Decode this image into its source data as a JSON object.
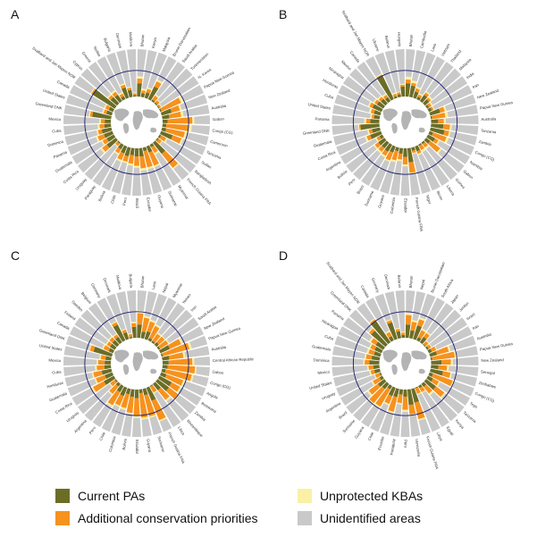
{
  "figure": {
    "panel_labels": [
      "A",
      "B",
      "C",
      "D"
    ]
  },
  "legend": {
    "items": [
      {
        "label": "Current PAs",
        "color": "#6b6d26"
      },
      {
        "label": "Additional conservation priorities",
        "color": "#f6921e"
      },
      {
        "label": "Unprotected KBAs",
        "color": "#faf0a6"
      },
      {
        "label": "Unidentified areas",
        "color": "#c9c9c9"
      }
    ]
  },
  "chart_data": {
    "type": "bar",
    "subtype": "polar-stacked-radial",
    "series_names": [
      "Current PAs",
      "Additional conservation priorities",
      "Unprotected KBAs",
      "Unidentified areas"
    ],
    "colors": {
      "current_pas": "#6b6d26",
      "additional": "#f6921e",
      "kba": "#faf0a6",
      "unidentified": "#c9c9c9",
      "reference_ring": "#1b1b6f",
      "map": "#b4b4b4",
      "label_text": "#333333"
    },
    "ylim": [
      0,
      100
    ],
    "reference_value": 55,
    "panels": [
      {
        "id": "A",
        "countries": [
          [
            "Bhutan",
            28,
            10,
            5
          ],
          [
            "Kenya",
            8,
            6,
            4
          ],
          [
            "Malaysia",
            12,
            8,
            3
          ],
          [
            "Brunei Darussalam",
            30,
            12,
            4
          ],
          [
            "Saudi Arabia",
            4,
            10,
            3
          ],
          [
            "Turkmenistan",
            3,
            6,
            2
          ],
          [
            "N. Korea",
            2,
            4,
            2
          ],
          [
            "Papua New Guinea",
            3,
            45,
            6
          ],
          [
            "New Zealand",
            22,
            18,
            4
          ],
          [
            "Australia",
            15,
            25,
            5
          ],
          [
            "Gabon",
            11,
            52,
            4
          ],
          [
            "Congo (CG)",
            8,
            48,
            6
          ],
          [
            "Cameroon",
            9,
            40,
            5
          ],
          [
            "Tanzania",
            26,
            20,
            4
          ],
          [
            "Sudan",
            4,
            12,
            3
          ],
          [
            "Bangladesh",
            3,
            8,
            2
          ],
          [
            "French Guiana FRA",
            30,
            38,
            3
          ],
          [
            "Myanmar",
            6,
            14,
            4
          ],
          [
            "Suriname",
            14,
            30,
            3
          ],
          [
            "Guyana",
            8,
            35,
            4
          ],
          [
            "Ecuador",
            18,
            25,
            5
          ],
          [
            "Brazil",
            17,
            20,
            4
          ],
          [
            "Peru",
            15,
            18,
            4
          ],
          [
            "Chile",
            19,
            12,
            3
          ],
          [
            "Bolivia",
            16,
            15,
            4
          ],
          [
            "Paraguay",
            11,
            10,
            3
          ],
          [
            "Uruguay",
            3,
            6,
            2
          ],
          [
            "Costa Rica",
            24,
            12,
            4
          ],
          [
            "Guatemala",
            17,
            10,
            3
          ],
          [
            "Panama",
            19,
            14,
            4
          ],
          [
            "Dominica",
            21,
            8,
            3
          ],
          [
            "Cuba",
            14,
            10,
            4
          ],
          [
            "Mexico",
            13,
            8,
            3
          ],
          [
            "Greenland DNK",
            40,
            5,
            2
          ],
          [
            "United States",
            12,
            6,
            3
          ],
          [
            "Canada",
            10,
            8,
            3
          ],
          [
            "Svalbard and Jan Mayen NOR",
            55,
            4,
            2
          ],
          [
            "Cyprus",
            18,
            6,
            3
          ],
          [
            "Greece",
            16,
            8,
            4
          ],
          [
            "Serbia",
            7,
            6,
            3
          ],
          [
            "Bulgaria",
            23,
            6,
            3
          ],
          [
            "Denmark",
            15,
            5,
            2
          ],
          [
            "Moldova",
            3,
            4,
            2
          ]
        ]
      },
      {
        "id": "B",
        "countries": [
          [
            "Bhutan",
            28,
            8,
            6
          ],
          [
            "Cambodia",
            24,
            6,
            5
          ],
          [
            "Laos",
            14,
            7,
            4
          ],
          [
            "Vietnam",
            6,
            5,
            3
          ],
          [
            "Thailand",
            16,
            6,
            3
          ],
          [
            "Malaysia",
            12,
            5,
            4
          ],
          [
            "India",
            5,
            6,
            3
          ],
          [
            "Iran",
            7,
            4,
            2
          ],
          [
            "New Zealand",
            22,
            10,
            4
          ],
          [
            "Papua New Guinea",
            3,
            28,
            6
          ],
          [
            "Australia",
            15,
            12,
            4
          ],
          [
            "Tanzania",
            26,
            14,
            4
          ],
          [
            "Zambia",
            30,
            10,
            3
          ],
          [
            "Congo (CG)",
            8,
            30,
            5
          ],
          [
            "Namibia",
            17,
            8,
            3
          ],
          [
            "Gabon",
            11,
            26,
            4
          ],
          [
            "Guinea",
            4,
            9,
            4
          ],
          [
            "Liberia",
            3,
            10,
            5
          ],
          [
            "Benin",
            11,
            6,
            3
          ],
          [
            "Niger",
            7,
            5,
            2
          ],
          [
            "French Guiana FRA",
            30,
            22,
            3
          ],
          [
            "Ecuador",
            18,
            16,
            4
          ],
          [
            "Colombia",
            12,
            12,
            4
          ],
          [
            "Guyana",
            8,
            20,
            4
          ],
          [
            "Suriname",
            14,
            18,
            3
          ],
          [
            "Brazil",
            17,
            10,
            4
          ],
          [
            "Peru",
            15,
            10,
            4
          ],
          [
            "Bolivia",
            16,
            9,
            3
          ],
          [
            "Argentina",
            7,
            7,
            3
          ],
          [
            "Costa Rica",
            24,
            8,
            4
          ],
          [
            "Guatemala",
            17,
            7,
            3
          ],
          [
            "Greenland DNK",
            40,
            3,
            2
          ],
          [
            "Panama",
            19,
            9,
            4
          ],
          [
            "United States",
            12,
            5,
            3
          ],
          [
            "Cuba",
            14,
            7,
            4
          ],
          [
            "Honduras",
            21,
            7,
            3
          ],
          [
            "Nicaragua",
            16,
            6,
            3
          ],
          [
            "Mexico",
            13,
            6,
            3
          ],
          [
            "Canada",
            10,
            6,
            3
          ],
          [
            "Svalbard and Jan Mayen NOR",
            55,
            3,
            2
          ],
          [
            "Ukraine",
            4,
            5,
            3
          ],
          [
            "Belarus",
            6,
            4,
            2
          ],
          [
            "Hungary",
            21,
            4,
            2
          ]
        ]
      },
      {
        "id": "C",
        "countries": [
          [
            "Bhutan",
            28,
            24,
            5
          ],
          [
            "Laos",
            14,
            30,
            4
          ],
          [
            "Nepal",
            17,
            22,
            4
          ],
          [
            "Myanmar",
            6,
            28,
            4
          ],
          [
            "Yemen",
            4,
            18,
            3
          ],
          [
            "Iran",
            7,
            16,
            2
          ],
          [
            "Saudi Arabia",
            4,
            20,
            3
          ],
          [
            "New Zealand",
            22,
            26,
            4
          ],
          [
            "Papua New Guinea",
            3,
            58,
            5
          ],
          [
            "Australia",
            15,
            30,
            4
          ],
          [
            "Central African Republic",
            13,
            50,
            4
          ],
          [
            "Gabon",
            11,
            58,
            3
          ],
          [
            "Congo (CG)",
            8,
            56,
            4
          ],
          [
            "Angola",
            12,
            38,
            4
          ],
          [
            "Botswana",
            29,
            20,
            3
          ],
          [
            "Zambia",
            30,
            24,
            3
          ],
          [
            "Mozambique",
            17,
            26,
            4
          ],
          [
            "Libya",
            2,
            14,
            2
          ],
          [
            "French Guiana FRA",
            30,
            44,
            3
          ],
          [
            "Suriname",
            14,
            46,
            3
          ],
          [
            "Guyana",
            8,
            52,
            4
          ],
          [
            "Ecuador",
            18,
            38,
            4
          ],
          [
            "Bolivia",
            16,
            34,
            3
          ],
          [
            "Colombia",
            12,
            30,
            4
          ],
          [
            "Chile",
            19,
            22,
            3
          ],
          [
            "Peru",
            15,
            32,
            4
          ],
          [
            "Argentina",
            7,
            20,
            3
          ],
          [
            "Uruguay",
            3,
            12,
            2
          ],
          [
            "Costa Rica",
            24,
            26,
            4
          ],
          [
            "Guatemala",
            17,
            20,
            3
          ],
          [
            "Honduras",
            21,
            18,
            3
          ],
          [
            "Cuba",
            14,
            16,
            4
          ],
          [
            "Mexico",
            13,
            14,
            3
          ],
          [
            "United States",
            12,
            10,
            3
          ],
          [
            "Greenland DNK",
            40,
            8,
            2
          ],
          [
            "Canada",
            10,
            12,
            3
          ],
          [
            "Finland",
            12,
            8,
            3
          ],
          [
            "Sweden",
            13,
            8,
            3
          ],
          [
            "Belgium",
            14,
            6,
            2
          ],
          [
            "Germany",
            37,
            6,
            2
          ],
          [
            "Denmark",
            15,
            6,
            2
          ],
          [
            "Moldova",
            3,
            6,
            2
          ],
          [
            "Bulgaria",
            23,
            8,
            3
          ]
        ]
      },
      {
        "id": "D",
        "countries": [
          [
            "Bhutan",
            28,
            20,
            5
          ],
          [
            "Nepal",
            17,
            18,
            4
          ],
          [
            "Brunei Darussalam",
            30,
            14,
            4
          ],
          [
            "South Africa",
            8,
            16,
            4
          ],
          [
            "Japan",
            14,
            10,
            3
          ],
          [
            "Jordan",
            2,
            8,
            2
          ],
          [
            "Israel",
            4,
            6,
            2
          ],
          [
            "Iran",
            7,
            10,
            2
          ],
          [
            "Australia",
            15,
            26,
            4
          ],
          [
            "Papua New Guinea",
            3,
            48,
            5
          ],
          [
            "New Zealand",
            22,
            20,
            4
          ],
          [
            "Senegal",
            16,
            18,
            4
          ],
          [
            "Zimbabwe",
            27,
            16,
            3
          ],
          [
            "Congo (CG)",
            8,
            44,
            4
          ],
          [
            "Togo",
            12,
            14,
            3
          ],
          [
            "Tanzania",
            26,
            22,
            3
          ],
          [
            "Kenya",
            8,
            18,
            4
          ],
          [
            "Egypt",
            5,
            10,
            2
          ],
          [
            "Libya",
            2,
            12,
            2
          ],
          [
            "French Guiana FRA",
            30,
            36,
            3
          ],
          [
            "Venezuela",
            33,
            20,
            3
          ],
          [
            "Peru",
            15,
            28,
            4
          ],
          [
            "Paraguay",
            11,
            18,
            3
          ],
          [
            "Ecuador",
            18,
            32,
            4
          ],
          [
            "Chile",
            19,
            18,
            3
          ],
          [
            "Guyana",
            8,
            42,
            4
          ],
          [
            "Suriname",
            14,
            38,
            3
          ],
          [
            "Brazil",
            17,
            24,
            4
          ],
          [
            "Argentina",
            7,
            16,
            3
          ],
          [
            "Uruguay",
            3,
            10,
            2
          ],
          [
            "United States",
            12,
            8,
            3
          ],
          [
            "Mexico",
            13,
            10,
            3
          ],
          [
            "Dominica",
            21,
            10,
            3
          ],
          [
            "Guatemala",
            17,
            12,
            3
          ],
          [
            "Cuba",
            14,
            12,
            4
          ],
          [
            "Nicaragua",
            16,
            10,
            3
          ],
          [
            "Panama",
            19,
            12,
            4
          ],
          [
            "Greenland DNK",
            40,
            6,
            2
          ],
          [
            "Svalbard and Jan Mayen NOR",
            55,
            4,
            2
          ],
          [
            "Canada",
            10,
            10,
            3
          ],
          [
            "Germany",
            37,
            5,
            2
          ],
          [
            "Denmark",
            15,
            5,
            2
          ],
          [
            "Belarus",
            6,
            5,
            2
          ]
        ]
      }
    ]
  }
}
